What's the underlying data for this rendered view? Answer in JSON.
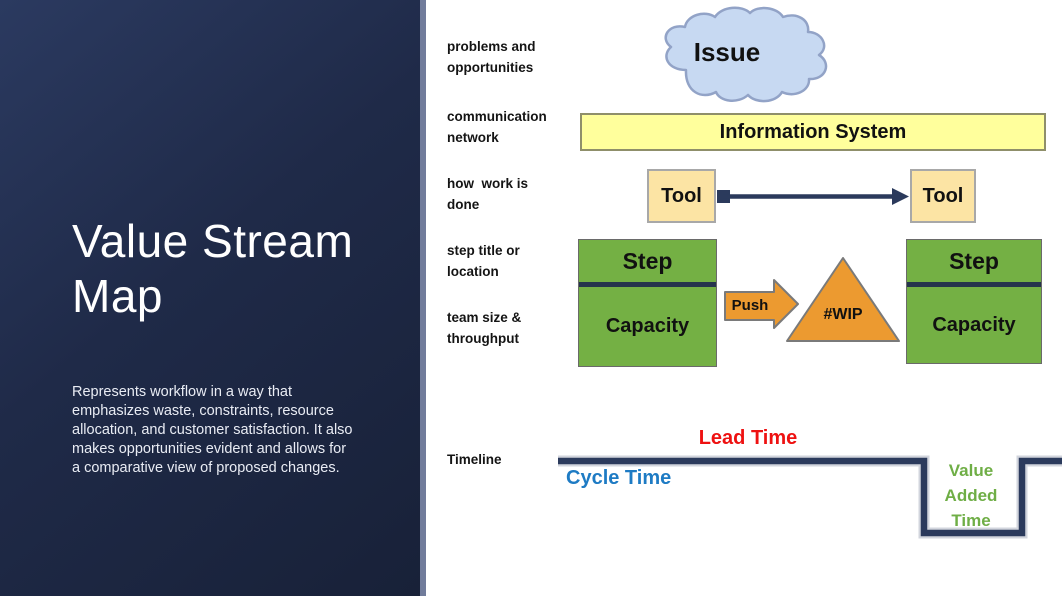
{
  "sidebar": {
    "title": "Value Stream Map",
    "description": "Represents workflow in a way that emphasizes waste, constraints, resource allocation, and customer satisfaction. It also makes opportunities evident and allows for a comparative view of proposed changes."
  },
  "row_labels": {
    "problems": "problems and\nopportunities",
    "communication": "communication\nnetwork",
    "how_work": "how  work is\ndone",
    "step_title": "step title or\nlocation",
    "team_size": "team size &\nthroughput",
    "timeline": "Timeline"
  },
  "diagram": {
    "issue": {
      "label": "Issue"
    },
    "information_system": {
      "label": "Information System"
    },
    "tool_left": {
      "label": "Tool"
    },
    "tool_right": {
      "label": "Tool"
    },
    "step_left": {
      "title": "Step",
      "capacity": "Capacity"
    },
    "step_right": {
      "title": "Step",
      "capacity": "Capacity"
    },
    "push": {
      "label": "Push"
    },
    "wip": {
      "label": "#WIP"
    },
    "colors": {
      "sidebar_navy": "#1f2a48",
      "cloud_fill": "#c7d9f2",
      "cloud_stroke": "#92a3c7",
      "yellow": "#ffff9c",
      "tan": "#fce4a4",
      "green": "#74b044",
      "orange": "#ec9a30",
      "connector_navy": "#2b3a5c"
    }
  },
  "timeline": {
    "lead": {
      "label": "Lead Time",
      "color": "#ee1111"
    },
    "cycle": {
      "label": "Cycle Time",
      "color": "#1e7bc4"
    },
    "value_added": {
      "label": "Value\nAdded\nTime",
      "color": "#6fae46"
    }
  }
}
